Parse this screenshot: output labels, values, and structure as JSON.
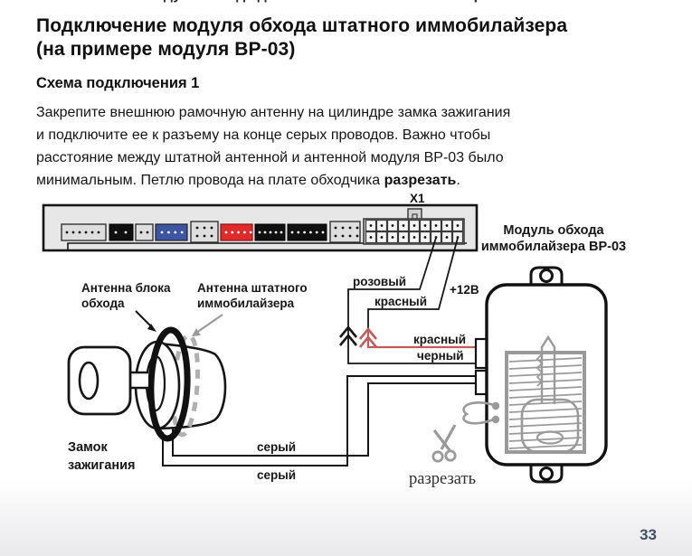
{
  "document": {
    "clipped_top_line": "Расположение модуля обхода должно быть максимально скрытым.",
    "heading": "Подключение модуля обхода штатного иммобилайзера\n(на примере модуля ВР-03)",
    "subheading": "Схема подключения 1",
    "body": {
      "lines": "Закрепите внешнюю рамочную антенну на цилиндре замка зажигания\nи подключите ее к разъему на конце серых проводов. Важно чтобы\nрасстояние между штатной антенной и антенной модуля ВР-03 было",
      "last_line_before": "минимальным. Петлю провода на плате обходчика ",
      "last_line_bold": "разрезать",
      "last_line_after": "."
    },
    "page_number": "33"
  },
  "diagram": {
    "x1_label": "X1",
    "module_caption_line1": "Модуль обхода",
    "module_caption_line2": "иммобилайзера ВР-03",
    "bypass_antenna_label_line1": "Антенна блока",
    "bypass_antenna_label_line2": "обхода",
    "stock_antenna_label_line1": "Антенна штатного",
    "stock_antenna_label_line2": "иммобилайзера",
    "ignition_lock_label_line1": "Замок",
    "ignition_lock_label_line2": "зажигания",
    "cut_label": "разрезать",
    "wire_labels": {
      "pink": "розовый",
      "supply": "+12В",
      "red_to_connector": "красный",
      "red_module": "красный",
      "black_module": "черный",
      "gray_upper": "серый",
      "gray_lower": "серый"
    },
    "colors": {
      "red_wire": "#c55a5a",
      "connector_blue": "#3c56a2",
      "connector_red": "#df2b2b",
      "diagram_gray": "#9a9a9a"
    }
  }
}
